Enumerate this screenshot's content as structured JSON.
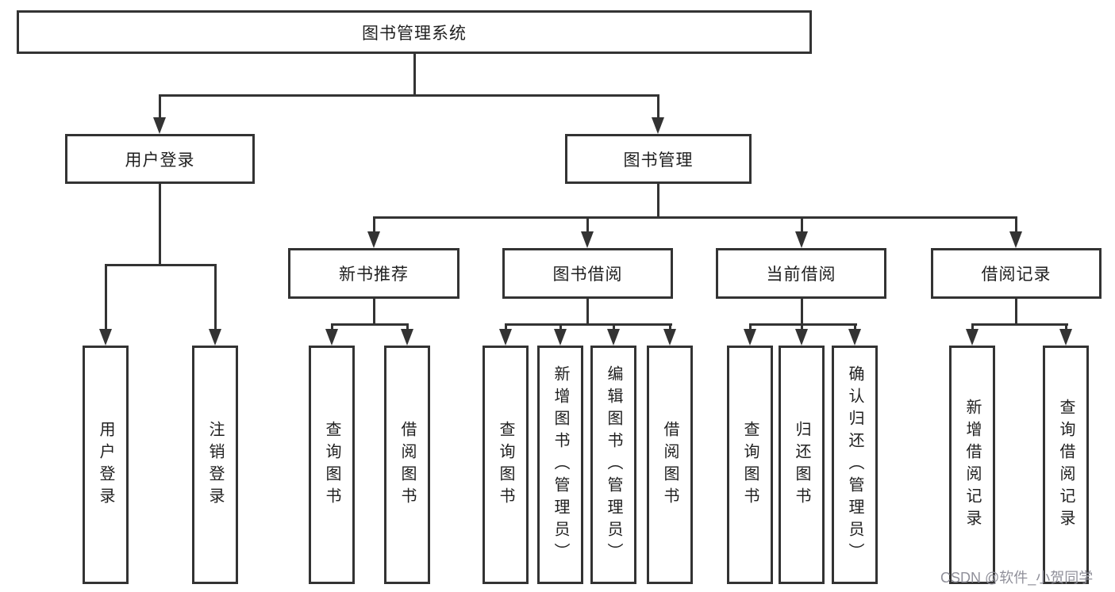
{
  "tree": {
    "root": "图书管理系统",
    "branches": [
      {
        "label": "用户登录",
        "children": [
          "用户登录",
          "注销登录"
        ]
      },
      {
        "label": "图书管理",
        "children": [
          {
            "label": "新书推荐",
            "children": [
              "查询图书",
              "借阅图书"
            ]
          },
          {
            "label": "图书借阅",
            "children": [
              "查询图书",
              "新增图书（管理员）",
              "编辑图书（管理员）",
              "借阅图书"
            ]
          },
          {
            "label": "当前借阅",
            "children": [
              "查询图书",
              "归还图书",
              "确认归还（管理员）"
            ]
          },
          {
            "label": "借阅记录",
            "children": [
              "新增借阅记录",
              "查询借阅记录"
            ]
          }
        ]
      }
    ]
  },
  "watermark": {
    "text": "CSDN @软件_小贺同学"
  },
  "colors": {
    "line": "#333333",
    "text": "#1f1f1f",
    "background": "#ffffff",
    "watermark": "#90909a"
  }
}
